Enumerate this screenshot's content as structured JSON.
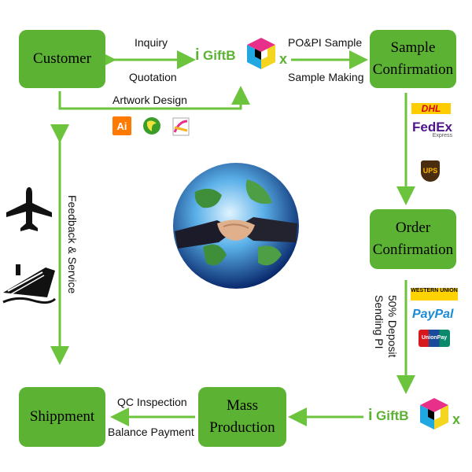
{
  "nodes": {
    "customer": "Customer",
    "sample_confirmation_line1": "Sample",
    "sample_confirmation_line2": "Confirmation",
    "order_confirmation_line1": "Order",
    "order_confirmation_line2": "Confirmation",
    "mass_production_line1": "Mass",
    "mass_production_line2": "Production",
    "shippment": "Shippment"
  },
  "edge_labels": {
    "inquiry": "Inquiry",
    "quotation": "Quotation",
    "po_pi_sample": "PO&PI Sample",
    "sample_making": "Sample Making",
    "artwork_design": "Artwork Design",
    "deposit": "50% Deposit",
    "sending_pi": "Sending PI",
    "qc_inspection": "QC Inspection",
    "balance_payment": "Balance Payment",
    "feedback_service": "Feedback & Service"
  },
  "logos": {
    "igiftbox_prefix": "i",
    "igiftbox_text": "GiftB",
    "igiftbox_suffix": "x"
  },
  "software_icons": [
    {
      "name": "illustrator-icon",
      "text": "Ai"
    },
    {
      "name": "coreldraw-icon",
      "text": ""
    },
    {
      "name": "photo-editor-icon",
      "text": ""
    }
  ],
  "carriers": {
    "dhl": "DHL",
    "fedex_main": "FedEx",
    "fedex_sub": "Express",
    "ups": "UPS"
  },
  "payments": {
    "western_union": "WESTERN UNION",
    "paypal": "PayPal",
    "unionpay": "UnionPay"
  },
  "colors": {
    "green": "#5cb233",
    "arrow_green": "#6cc33c"
  }
}
